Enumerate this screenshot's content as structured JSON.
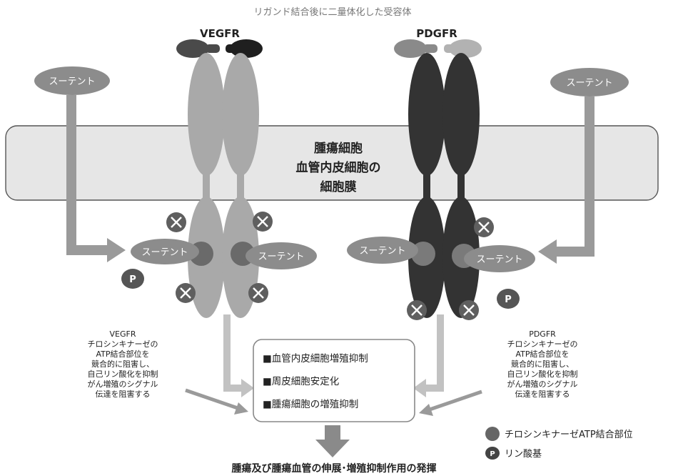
{
  "header": "リガンド結合後に二量体化した受容体",
  "receptors": {
    "vegfr": "VEGFR",
    "pdgfr": "PDGFR"
  },
  "drug": "スーテント",
  "membrane": [
    "腫瘍細胞",
    "血管内皮細胞の",
    "細胞膜"
  ],
  "phospho_label": "P",
  "vegfr_note": [
    "VEGFR",
    "チロシンキナーゼの",
    "ATP結合部位を",
    "競合的に阻害し、",
    "自己リン酸化を抑制",
    "がん増殖のシグナル",
    "伝達を阻害する"
  ],
  "pdgfr_note": [
    "PDGFR",
    "チロシンキナーゼの",
    "ATP結合部位を",
    "競合的に阻害し、",
    "自己リン酸化を抑制",
    "がん増殖のシグナル",
    "伝達を阻害する"
  ],
  "effects": [
    "■血管内皮細胞増殖抑制",
    "■周皮細胞安定化",
    "■腫瘍細胞の増殖抑制"
  ],
  "result": "腫瘍及び腫瘍血管の伸展･増殖抑制作用の発揮",
  "legend": {
    "atp_site": "チロシンキナーゼATP結合部位",
    "phosphate": "リン酸基",
    "p_symbol": "P"
  },
  "colors": {
    "vegfr_body": "#a9a9a9",
    "pdgfr_body": "#333333",
    "drug_oval": "#8c8c8c",
    "arrow": "#9a9a9a",
    "membrane": "#e6e6e6"
  }
}
